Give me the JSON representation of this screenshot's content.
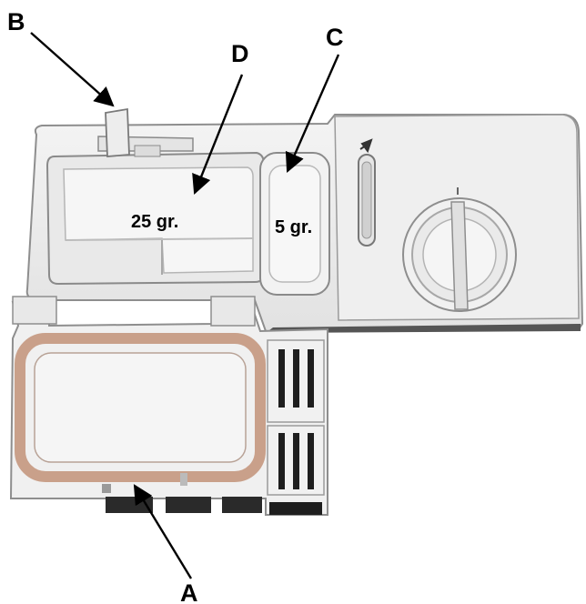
{
  "labels": {
    "a": "A",
    "b": "B",
    "c": "C",
    "d": "D"
  },
  "quantities": {
    "main_compartment": "25 gr.",
    "prewash_compartment": "5 gr."
  },
  "colors": {
    "plastic": "#eeeeee",
    "plastic_shadow": "#c8c8c8",
    "outline": "#9a9a9a",
    "seal": "#c9a08a",
    "slot": "#1e1e1e",
    "arrow": "#000000"
  }
}
